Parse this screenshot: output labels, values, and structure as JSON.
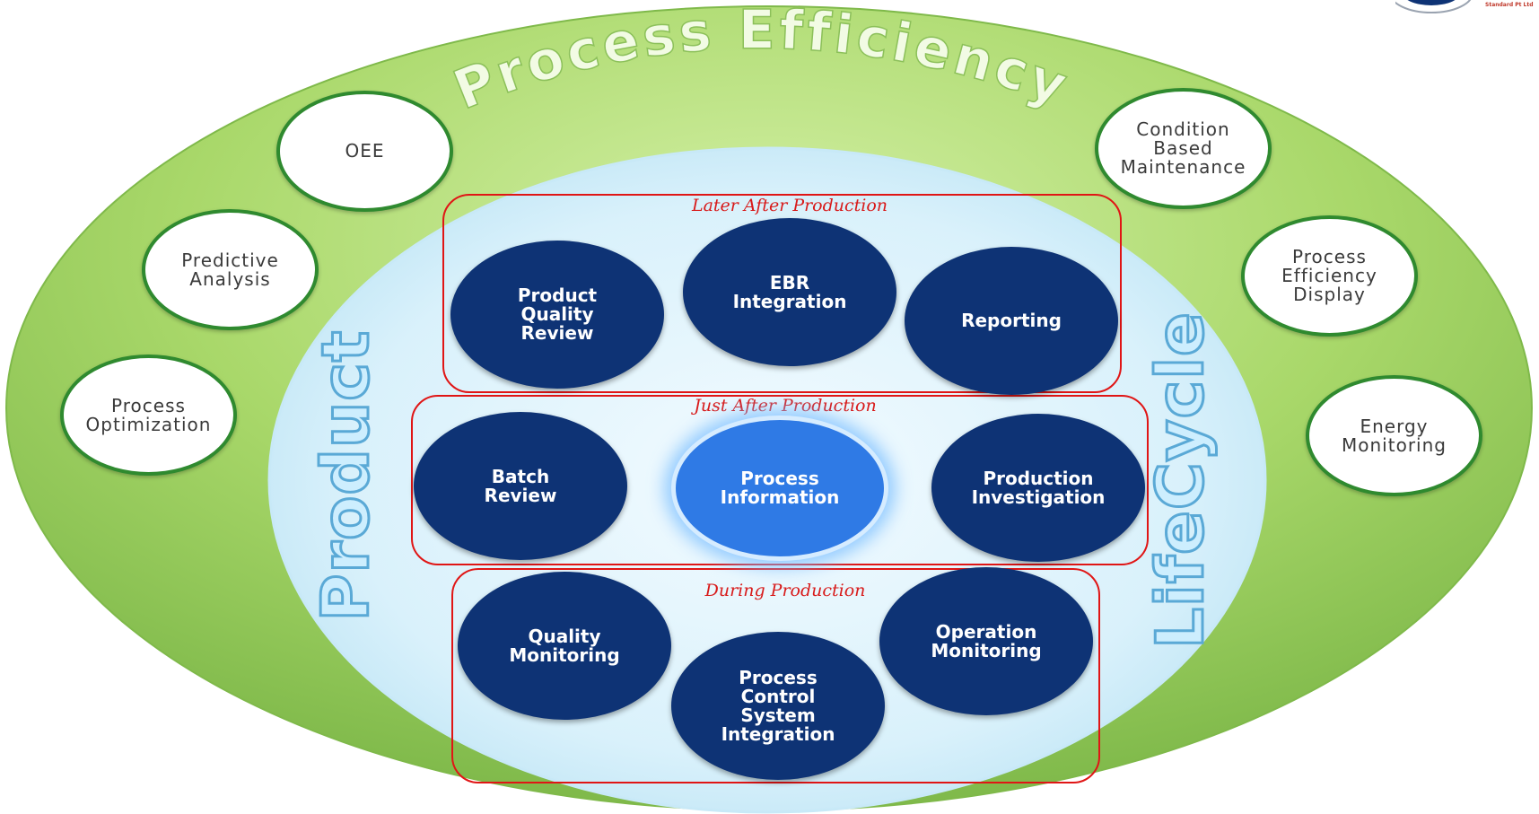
{
  "title": "Process Efficiency",
  "center_words": {
    "left": "Product",
    "right": "LifeCycle"
  },
  "phases": {
    "later": "Later After Production",
    "just": "Just After Production",
    "during": "During Production"
  },
  "outer_items": [
    {
      "label": "OEE"
    },
    {
      "label": "Predictive\nAnalysis"
    },
    {
      "label": "Process\nOptimization"
    },
    {
      "label": "Condition\nBased\nMaintenance"
    },
    {
      "label": "Process\nEfficiency\nDisplay"
    },
    {
      "label": "Energy\nMonitoring"
    }
  ],
  "inner_items": [
    {
      "label": "Product\nQuality\nReview"
    },
    {
      "label": "EBR\nIntegration"
    },
    {
      "label": "Reporting"
    },
    {
      "label": "Batch\nReview"
    },
    {
      "label": "Process\nInformation",
      "highlight": true
    },
    {
      "label": "Production\nInvestigation"
    },
    {
      "label": "Quality\nMonitoring"
    },
    {
      "label": "Process\nControl\nSystem\nIntegration"
    },
    {
      "label": "Operation\nMonitoring"
    }
  ],
  "colors": {
    "outer_green": "#9ccf5b",
    "inner_blue": "#dff4fc",
    "node_navy": "#0e3375",
    "node_highlight": "#2f7ae5",
    "phase_red": "#e01515",
    "circle_border_green": "#2f8a2f"
  },
  "logo_text": "Standard Pt Ltd"
}
